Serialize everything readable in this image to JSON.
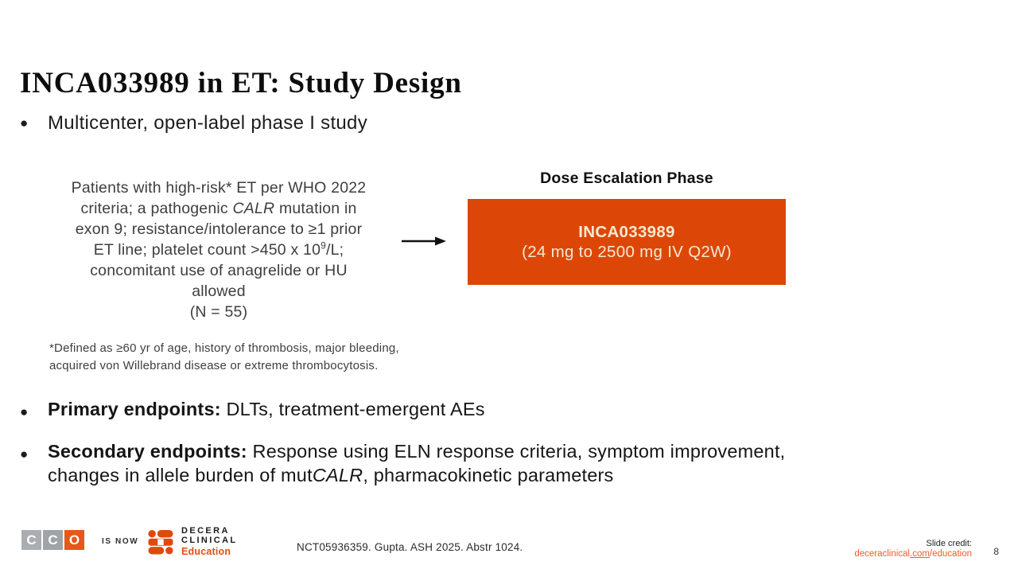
{
  "slide": {
    "title": "INCA033989 in ET: Study Design",
    "intro_bullet": "Multicenter, open-label phase I study",
    "criteria": {
      "l1": "Patients with high-risk* ET per WHO 2022",
      "l2a": "criteria; a pathogenic ",
      "l2_italic": "CALR",
      "l2b": " mutation in",
      "l3": "exon 9; resistance/intolerance to ≥1 prior",
      "l4a": "ET line; platelet count >450 x 10",
      "l4_sup": "9",
      "l4b": "/L;",
      "l5": "concomitant use of anagrelide or HU",
      "l6": "allowed",
      "l7": "(N = 55)"
    },
    "dose_phase": {
      "heading": "Dose Escalation Phase",
      "drug": "INCA033989",
      "dose": "(24 mg to 2500 mg IV Q2W)"
    },
    "footnote_line1": "*Defined as ≥60 yr of age, history of thrombosis, major bleeding,",
    "footnote_line2": "acquired von Willebrand disease or extreme thrombocytosis.",
    "primary": {
      "label": "Primary endpoints:",
      "text": " DLTs, treatment-emergent AEs"
    },
    "secondary": {
      "label": "Secondary endpoints:",
      "line1_rest": " Response using ELN response criteria, symptom improvement,",
      "line2a": "changes in allele burden of mut",
      "line2_italic": "CALR",
      "line2b": ", pharmacokinetic parameters"
    }
  },
  "footer": {
    "cco_letters": [
      "C",
      "C",
      "O"
    ],
    "is_now": "IS NOW",
    "decera_line1": "DECERA",
    "decera_line2": "CLINICAL",
    "decera_line3": "Education",
    "reference": "NCT05936359. Gupta. ASH 2025. Abstr 1024.",
    "credit_label": "Slide credit:",
    "credit_link_1": "deceraclinical",
    "credit_link_2": ".com",
    "credit_link_3": "/education",
    "page_number": "8"
  },
  "colors": {
    "accent_orange": "#DC4708",
    "box_text_cream": "#F7E9D1",
    "cco_gray": "#A5A9AD",
    "cco_orange": "#E6571C",
    "decera_orange": "#DF4A0C",
    "link_orange": "#F05A2E"
  }
}
